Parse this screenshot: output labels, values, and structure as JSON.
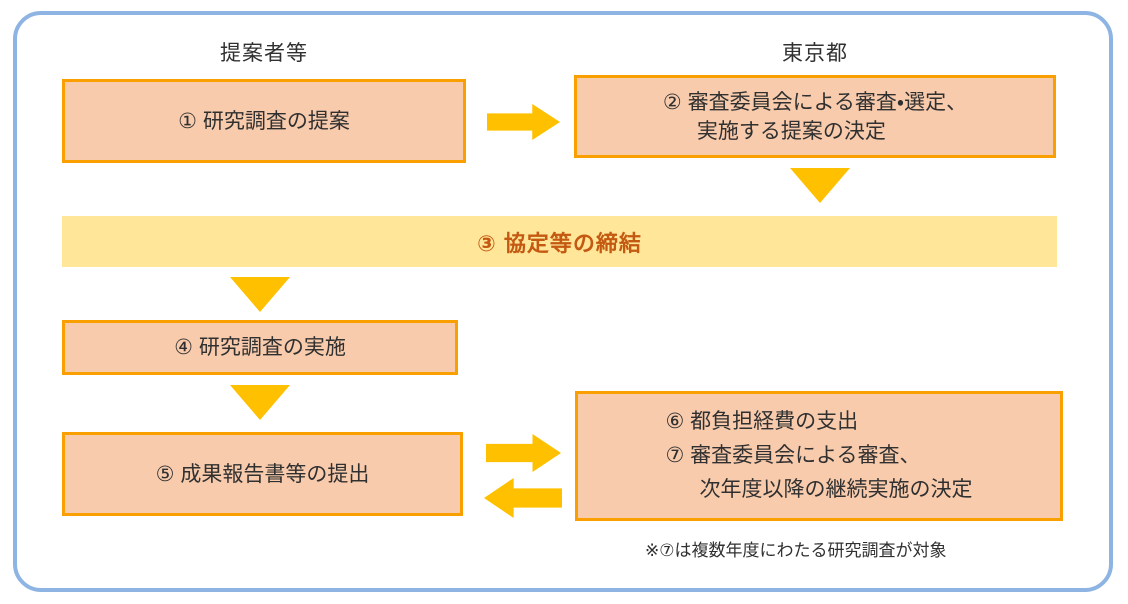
{
  "headers": {
    "left": "提案者等",
    "right": "東京都"
  },
  "steps": {
    "step1": {
      "label_lines": [
        "① 研究調査の提案"
      ]
    },
    "step2": {
      "label_lines": [
        "② 審査委員会による審査・選定、",
        "実施する提案の決定"
      ]
    },
    "step3": {
      "label": "③ 協定等の締結"
    },
    "step4": {
      "label_lines": [
        "④ 研究調査の実施"
      ]
    },
    "step5": {
      "label_lines": [
        "⑤ 成果報告書等の提出"
      ]
    },
    "step6_7": {
      "label_lines": [
        "⑥ 都負担経費の支出",
        "⑦ 審査委員会による審査、",
        "次年度以降の継続実施の決定"
      ]
    }
  },
  "footnote": "※⑦は複数年度にわたる研究調査が対象",
  "icons": {
    "right_block_arrow": "right-arrow-icon",
    "left_block_arrow": "left-arrow-icon",
    "down_triangle_arrow": "down-arrow-icon"
  },
  "colors": {
    "frame_border": "#8DB4E2",
    "box_fill": "#F8CBAD",
    "box_border": "#F9A000",
    "arrow": "#FFC000",
    "band_fill": "#FFE699",
    "band_text": "#C45911",
    "text": "#303030"
  }
}
